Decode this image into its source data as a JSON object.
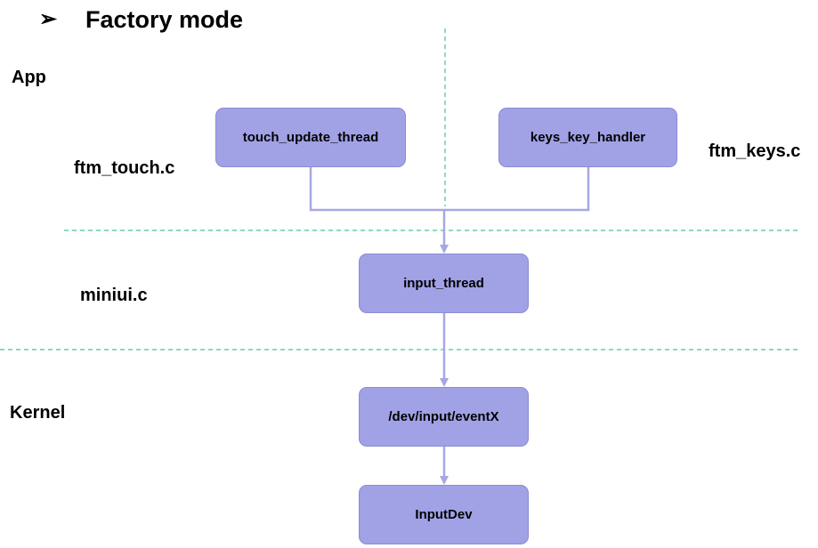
{
  "header": {
    "bullet": "➢",
    "title": "Factory mode"
  },
  "layers": {
    "app": "App",
    "kernel": "Kernel"
  },
  "files": {
    "ftm_touch": "ftm_touch.c",
    "ftm_keys": "ftm_keys.c",
    "miniui": "miniui.c"
  },
  "nodes": {
    "touch_update_thread": "touch_update_thread",
    "keys_key_handler": "keys_key_handler",
    "input_thread": "input_thread",
    "dev_input_eventx": "/dev/input/eventX",
    "inputdev": "InputDev"
  },
  "colors": {
    "node_fill": "#a1a1e6",
    "connector": "#a7a7e3",
    "divider": "#4fc08d"
  }
}
